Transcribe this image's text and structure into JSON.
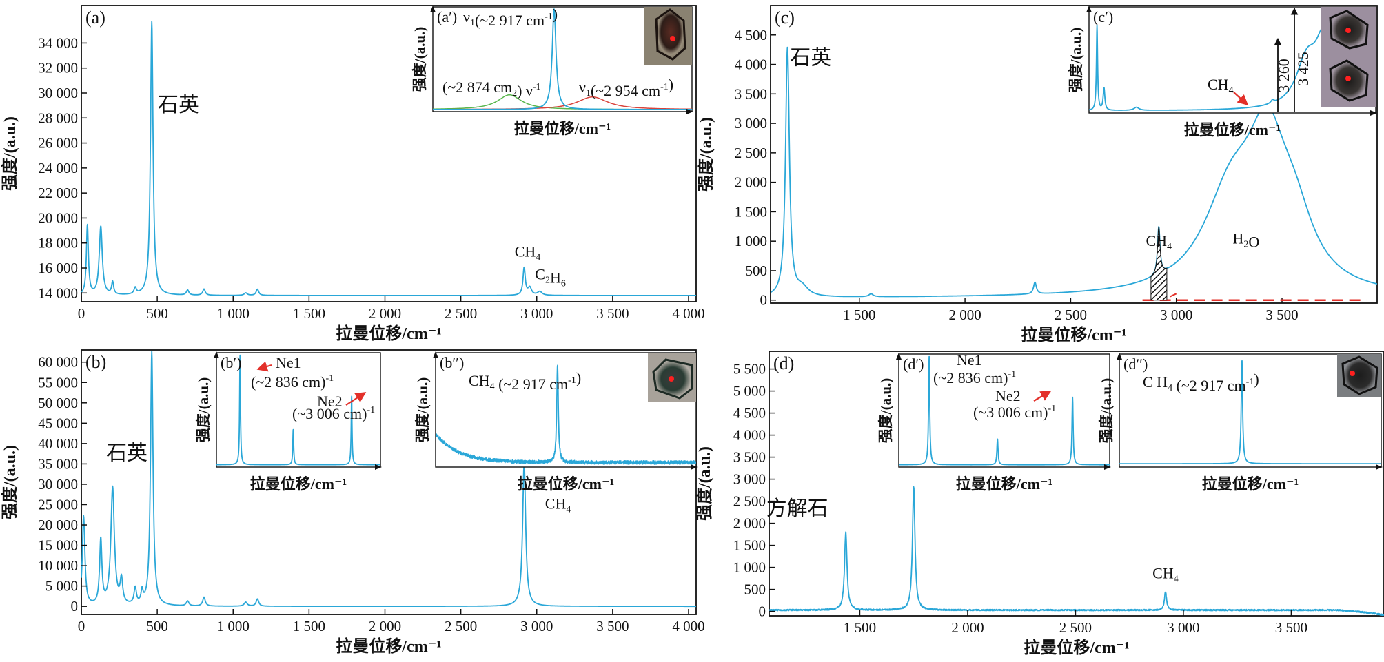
{
  "colors": {
    "spectrum": "#2aa7d8",
    "arrow": "#e3302a",
    "green": "#59b64c",
    "red": "#d9433b",
    "dash": "#e3302a",
    "frame": "#111111"
  },
  "chart_data": [
    {
      "id": "a",
      "type": "line",
      "panel_label": "(a)",
      "xlabel": "拉曼位移/cm⁻¹",
      "ylabel": "强度/(a.u.)",
      "xlim": [
        0,
        4050
      ],
      "ylim": [
        13300,
        37000
      ],
      "xticks": [
        0,
        500,
        1000,
        1500,
        2000,
        2500,
        3000,
        3500,
        4000
      ],
      "xtick_labels": [
        "0",
        "500",
        "1 000",
        "1 500",
        "2 000",
        "2 500",
        "3 000",
        "3 500",
        "4 000"
      ],
      "yticks": [
        14000,
        16000,
        18000,
        20000,
        22000,
        24000,
        26000,
        28000,
        30000,
        32000,
        34000
      ],
      "ytick_labels": [
        "14 000",
        "16 000",
        "18 000",
        "20 000",
        "22 000",
        "24 000",
        "26 000",
        "28 000",
        "30 000",
        "32 000",
        "34 000"
      ],
      "baseline": 13800,
      "peaks": [
        [
          40,
          19400,
          8
        ],
        [
          128,
          19300,
          12
        ],
        [
          206,
          14800,
          8
        ],
        [
          355,
          14300,
          9
        ],
        [
          464,
          35700,
          10
        ],
        [
          700,
          14200,
          10
        ],
        [
          808,
          14300,
          10
        ],
        [
          1083,
          14000,
          12
        ],
        [
          1160,
          14300,
          10
        ],
        [
          2917,
          16000,
          9
        ],
        [
          2954,
          14400,
          14
        ],
        [
          3020,
          14100,
          18
        ]
      ],
      "annotations": [
        {
          "text": "石英",
          "x": 640,
          "y": 28500
        },
        {
          "text": "CH",
          "sub": "4",
          "x": 2940,
          "y": 16900
        },
        {
          "text": "C",
          "sub": "2",
          "text2": "H",
          "sub2": "6",
          "x": 3090,
          "y": 15100
        }
      ]
    },
    {
      "id": "a_prime",
      "type": "line",
      "panel_label": "(a′)",
      "xlabel": "拉曼位移/cm⁻¹",
      "ylabel": "强度/(a.u.)",
      "xlim": [
        2800,
        3050
      ],
      "ylim": [
        0,
        100
      ],
      "baseline": 2,
      "peaks": [
        [
          2917,
          98,
          2.2
        ]
      ],
      "components": [
        {
          "name": "ν2",
          "color": "green",
          "peaks": [
            [
              2874,
              14,
              14
            ]
          ]
        },
        {
          "name": "ν1 2954",
          "color": "red",
          "peaks": [
            [
              2954,
              12,
              18
            ]
          ]
        }
      ],
      "annotations": [
        {
          "text": "ν",
          "sub": "1",
          "text2": "(~2 917 cm",
          "sup": "-1",
          "text3": ")"
        },
        {
          "text": "(~2 874 cm",
          "sup": "-1",
          "text2": ") ν",
          "sub": "2"
        },
        {
          "text": "ν",
          "sub": "1",
          "text2": "(~2 954 cm",
          "sup": "-1",
          "text3": ")"
        }
      ]
    },
    {
      "id": "b",
      "type": "line",
      "panel_label": "(b)",
      "xlabel": "拉曼位移/cm⁻¹",
      "ylabel": "强度/(a.u.)",
      "xlim": [
        0,
        4050
      ],
      "ylim": [
        -2000,
        63000
      ],
      "xticks": [
        0,
        500,
        1000,
        1500,
        2000,
        2500,
        3000,
        3500,
        4000
      ],
      "xtick_labels": [
        "0",
        "500",
        "1 000",
        "1 500",
        "2 000",
        "2 500",
        "3 000",
        "3 500",
        "4 000"
      ],
      "yticks": [
        0,
        5000,
        10000,
        15000,
        20000,
        25000,
        30000,
        35000,
        40000,
        45000,
        50000,
        55000,
        60000
      ],
      "ytick_labels": [
        "0",
        "5 000",
        "10 000",
        "15 000",
        "20 000",
        "25 000",
        "30 000",
        "35 000",
        "40 000",
        "45 000",
        "50 000",
        "55 000",
        "60 000"
      ],
      "baseline": 0,
      "peaks": [
        [
          15,
          22000,
          10
        ],
        [
          128,
          16000,
          9
        ],
        [
          206,
          29000,
          14
        ],
        [
          264,
          6000,
          10
        ],
        [
          355,
          4000,
          9
        ],
        [
          400,
          3000,
          8
        ],
        [
          464,
          62500,
          10
        ],
        [
          700,
          1200,
          10
        ],
        [
          808,
          2200,
          10
        ],
        [
          1083,
          1000,
          12
        ],
        [
          1160,
          1800,
          10
        ],
        [
          2917,
          35000,
          12
        ]
      ],
      "annotations": [
        {
          "text": "石英",
          "x": 300,
          "y": 36000
        },
        {
          "text": "CH",
          "sub": "4",
          "x": 3140,
          "y": 24000
        }
      ]
    },
    {
      "id": "b_prime",
      "type": "line",
      "panel_label": "(b′)",
      "xlabel": "拉曼位移/cm⁻¹",
      "ylabel": "强度/(a.u.)",
      "xlim": [
        2800,
        3050
      ],
      "ylim": [
        0,
        100
      ],
      "baseline": 2,
      "peaks": [
        [
          2836,
          98,
          0.8
        ],
        [
          2917,
          33,
          0.8
        ],
        [
          3006,
          62,
          0.8
        ]
      ],
      "annotations": [
        {
          "text": "Ne1"
        },
        {
          "text": "(~2 836 cm",
          "sup": "-1",
          "text2": ")"
        },
        {
          "text": "Ne2"
        },
        {
          "text": "(~3 006 cm",
          "sup": "-1",
          "text2": ")"
        }
      ]
    },
    {
      "id": "b_dprime",
      "type": "line",
      "panel_label": "(b′′)",
      "xlabel": "拉曼位移/cm⁻¹",
      "ylabel": "强度/(a.u.)",
      "xlim": [
        2800,
        3050
      ],
      "ylim": [
        0,
        100
      ],
      "baseline": 4,
      "decay": {
        "amplitude": 25,
        "length": 22
      },
      "peaks": [
        [
          2917,
          90,
          0.9
        ]
      ],
      "annotations": [
        {
          "text": "CH",
          "sub": "4",
          "text2": " (~2 917 cm",
          "sup": "-1",
          "text3": ")"
        }
      ]
    },
    {
      "id": "c",
      "type": "line",
      "panel_label": "(c)",
      "xlabel": "拉曼位移/cm⁻¹",
      "ylabel": "强度/(a.u.)",
      "xlim": [
        1080,
        3950
      ],
      "ylim": [
        -50,
        5000
      ],
      "xticks": [
        1500,
        2000,
        2500,
        3000,
        3500
      ],
      "xtick_labels": [
        "1 500",
        "2 000",
        "2 500",
        "3 000",
        "3 500"
      ],
      "yticks": [
        0,
        500,
        1000,
        1500,
        2000,
        2500,
        3000,
        3500,
        4000,
        4500
      ],
      "ytick_labels": [
        "0",
        "500",
        "1 000",
        "1 500",
        "2 000",
        "2 500",
        "3 000",
        "3 500",
        "4 000",
        "4 500"
      ],
      "baseline": 30,
      "peaks": [
        [
          1160,
          4250,
          11
        ],
        [
          1230,
          180,
          35
        ],
        [
          1555,
          80,
          12
        ],
        [
          2331,
          230,
          8
        ],
        [
          2917,
          840,
          7
        ],
        [
          3260,
          1600,
          160
        ],
        [
          3430,
          2200,
          115
        ],
        [
          3560,
          900,
          110
        ]
      ],
      "baseline_dashed": {
        "x": [
          2840,
          3900
        ],
        "y": [
          0,
          0
        ]
      },
      "hatched_peak": {
        "x": 2917
      },
      "annotations": [
        {
          "text": "石英",
          "x": 1270,
          "y": 4000
        },
        {
          "text": "CH",
          "sub": "4",
          "x": 2917,
          "y": 920
        },
        {
          "text": "H",
          "sub": "2",
          "text2": "O",
          "x": 3330,
          "y": 960
        }
      ]
    },
    {
      "id": "c_prime",
      "type": "line",
      "panel_label": "(c′)",
      "xlabel": "拉曼位移/cm⁻¹",
      "ylabel": "强度/(a.u.)",
      "xlim": [
        1080,
        3950
      ],
      "ylim": [
        0,
        100
      ],
      "baseline": 2,
      "peaks": [
        [
          1160,
          82,
          7
        ],
        [
          1230,
          23,
          10
        ],
        [
          1555,
          5,
          30
        ],
        [
          2331,
          2,
          20
        ],
        [
          2917,
          5,
          20
        ],
        [
          3260,
          45,
          130
        ],
        [
          3430,
          60,
          100
        ],
        [
          3560,
          15,
          90
        ]
      ],
      "annotations": [
        {
          "text": "CH",
          "sub": "4"
        },
        {
          "text": "3 260"
        },
        {
          "text": "3 425"
        }
      ]
    },
    {
      "id": "d",
      "type": "line",
      "panel_label": "(d)",
      "xlabel": "拉曼位移/cm⁻¹",
      "ylabel": "强度/(a.u.)",
      "xlim": [
        1080,
        3930
      ],
      "ylim": [
        -100,
        5900
      ],
      "xticks": [
        1500,
        2000,
        2500,
        3000,
        3500
      ],
      "xtick_labels": [
        "1 500",
        "2 000",
        "2 500",
        "3 000",
        "3 500"
      ],
      "yticks": [
        0,
        500,
        1000,
        1500,
        2000,
        2500,
        3000,
        3500,
        4000,
        4500,
        5000,
        5500
      ],
      "ytick_labels": [
        "0",
        "500",
        "1 000",
        "1 500",
        "2 000",
        "2 500",
        "3 000",
        "3 500",
        "4 000",
        "4 500",
        "5 000",
        "5 500"
      ],
      "baseline": 30,
      "noise": 15,
      "tail": {
        "start": 3700,
        "drop": 110
      },
      "peaks": [
        [
          1435,
          1800,
          7
        ],
        [
          1750,
          2830,
          7
        ],
        [
          2917,
          450,
          6
        ]
      ],
      "annotations": [
        {
          "text": "方解石",
          "x": 1210,
          "y": 2180
        },
        {
          "text": "CH",
          "sub": "4",
          "x": 2917,
          "y": 750
        }
      ]
    },
    {
      "id": "d_prime",
      "type": "line",
      "panel_label": "(d′)",
      "xlabel": "拉曼位移/cm⁻¹",
      "ylabel": "强度/(a.u.)",
      "xlim": [
        2800,
        3050
      ],
      "ylim": [
        0,
        100
      ],
      "baseline": 2,
      "peaks": [
        [
          2836,
          98,
          0.8
        ],
        [
          2917,
          25,
          0.8
        ],
        [
          3006,
          62,
          0.8
        ]
      ],
      "annotations": [
        {
          "text": "Ne1"
        },
        {
          "text": "(~2 836 cm",
          "sup": "-1",
          "text2": ")"
        },
        {
          "text": "Ne2"
        },
        {
          "text": "(~3 006 cm",
          "sup": "-1",
          "text2": ")"
        }
      ]
    },
    {
      "id": "d_dprime",
      "type": "line",
      "panel_label": "(d′′)",
      "xlabel": "拉曼位移/cm⁻¹",
      "ylabel": "强度/(a.u.)",
      "xlim": [
        2800,
        3050
      ],
      "ylim": [
        0,
        100
      ],
      "baseline": 3,
      "peaks": [
        [
          2917,
          95,
          0.8
        ]
      ],
      "annotations": [
        {
          "text": "C H",
          "sub": "4",
          "text2": " (~2 917 cm",
          "sup": "-1",
          "text3": ")"
        }
      ]
    }
  ]
}
